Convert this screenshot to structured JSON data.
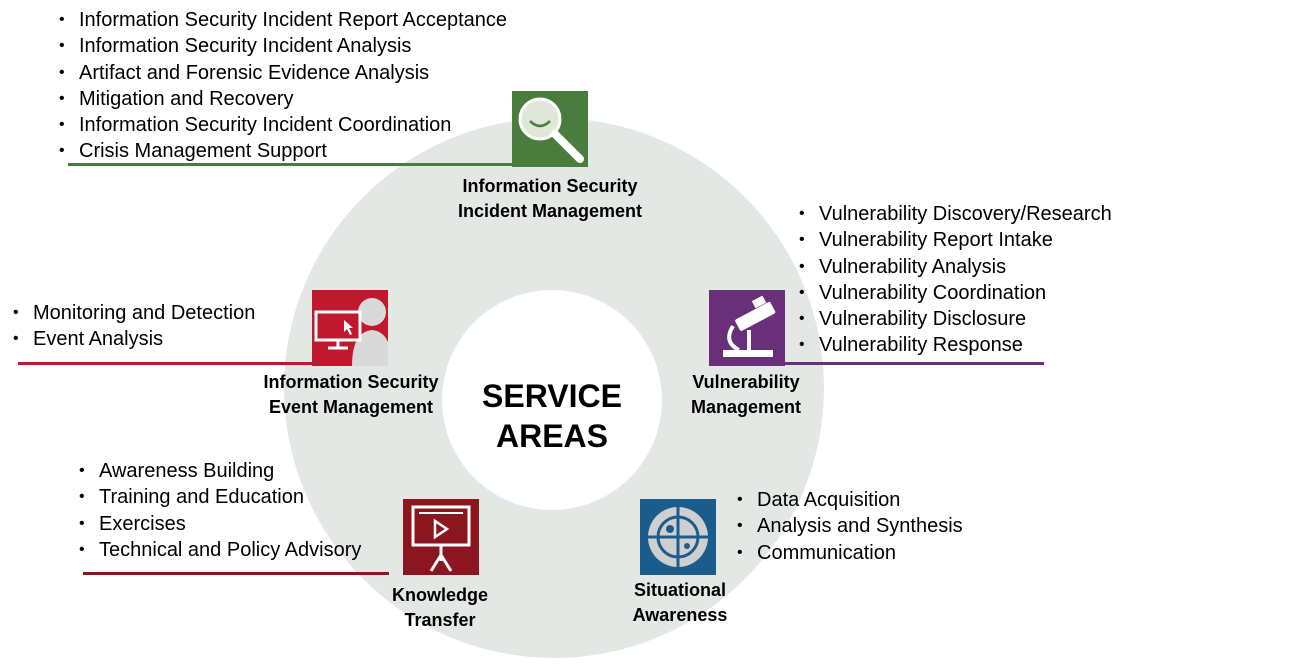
{
  "center": {
    "line1": "SERVICE",
    "line2": "AREAS"
  },
  "areas": {
    "incident": {
      "label_line1": "Information Security",
      "label_line2": "Incident Management",
      "color": "#4a7c3e",
      "icon": "magnifier-icon",
      "items": [
        "Information Security Incident Report Acceptance",
        "Information Security Incident Analysis",
        "Artifact and Forensic Evidence Analysis",
        "Mitigation and Recovery",
        "Information Security Incident Coordination",
        "Crisis Management Support"
      ]
    },
    "vulnerability": {
      "label_line1": "Vulnerability",
      "label_line2": "Management",
      "color": "#6a2f7a",
      "icon": "microscope-icon",
      "items": [
        "Vulnerability  Discovery/Research",
        "Vulnerability  Report Intake",
        "Vulnerability  Analysis",
        "Vulnerability  Coordination",
        "Vulnerability  Disclosure",
        "Vulnerability  Response"
      ]
    },
    "event": {
      "label_line1": "Information Security",
      "label_line2": "Event Management",
      "color": "#c0182e",
      "icon": "monitor-user-icon",
      "items": [
        "Monitoring and Detection",
        "Event Analysis"
      ]
    },
    "knowledge": {
      "label_line1": "Knowledge",
      "label_line2": "Transfer",
      "color": "#8c1620",
      "icon": "presentation-board-icon",
      "items": [
        "Awareness Building",
        "Training and Education",
        "Exercises",
        "Technical and Policy Advisory"
      ]
    },
    "situational": {
      "label_line1": "Situational",
      "label_line2": "Awareness",
      "color": "#1a5d8c",
      "icon": "radar-icon",
      "items": [
        "Data Acquisition",
        "Analysis and Synthesis",
        "Communication"
      ]
    }
  }
}
